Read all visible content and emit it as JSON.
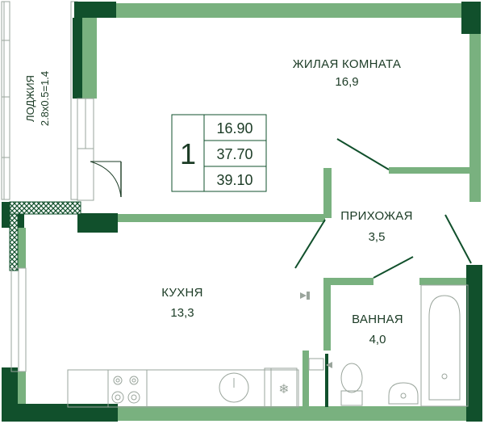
{
  "colors": {
    "wall_light": "#79b17f",
    "wall_dark": "#11502c",
    "text": "#1b3b25",
    "fixture": "#9aa59c"
  },
  "rooms": {
    "living": {
      "name": "ЖИЛАЯ КОМНАТА",
      "area": "16,9"
    },
    "hall": {
      "name": "ПРИХОЖАЯ",
      "area": "3,5"
    },
    "kitchen": {
      "name": "КУХНЯ",
      "area": "13,3"
    },
    "bath": {
      "name": "ВАННАЯ",
      "area": "4,0"
    },
    "loggia": {
      "name": "ЛОДЖИЯ",
      "dims": "2.8x0.5=1.4"
    }
  },
  "summary": {
    "rooms_count": "1",
    "living_area": "16.90",
    "total_area": "37.70",
    "total_with_loggia": "39.10"
  }
}
